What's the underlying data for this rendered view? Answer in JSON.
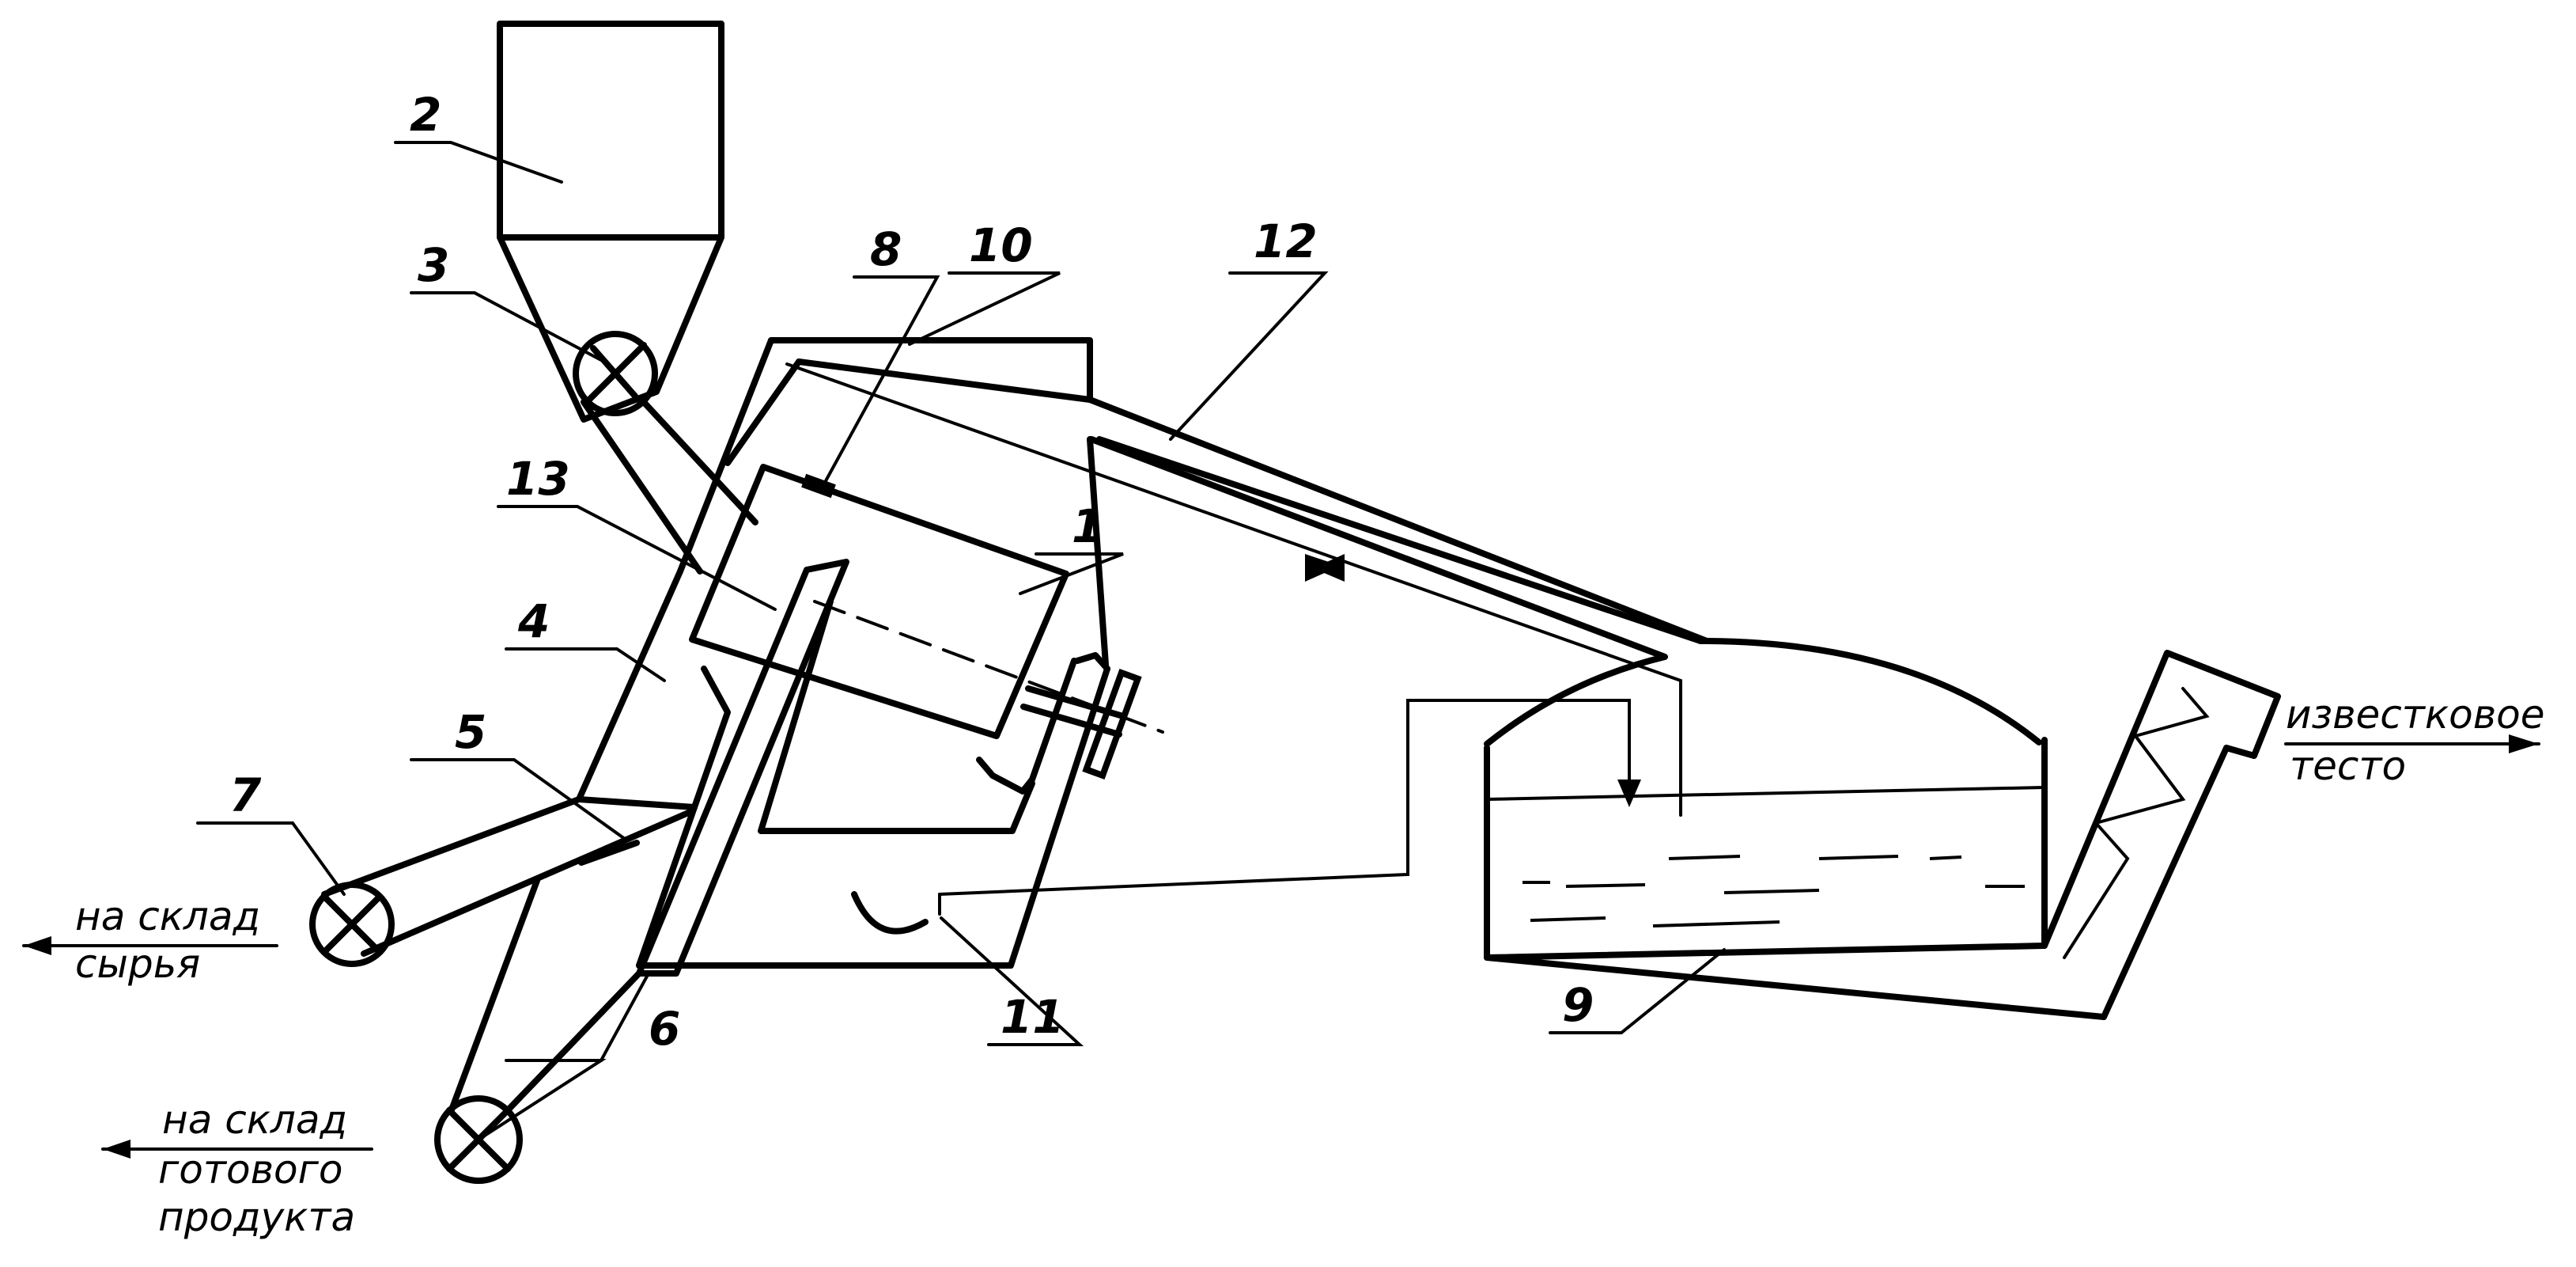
{
  "diagram": {
    "labels": {
      "n1": "1",
      "n2": "2",
      "n3": "3",
      "n4": "4",
      "n5": "5",
      "n6": "6",
      "n7": "7",
      "n8": "8",
      "n9": "9",
      "n10": "10",
      "n11": "11",
      "n12": "12",
      "n13": "13"
    },
    "captions": {
      "raw_line1": "на склад",
      "raw_line2": "сырья",
      "product_line1": "на склад",
      "product_line2": "готового",
      "product_line3": "продукта",
      "lime_line1": "известковое",
      "lime_line2": "тесто"
    }
  }
}
